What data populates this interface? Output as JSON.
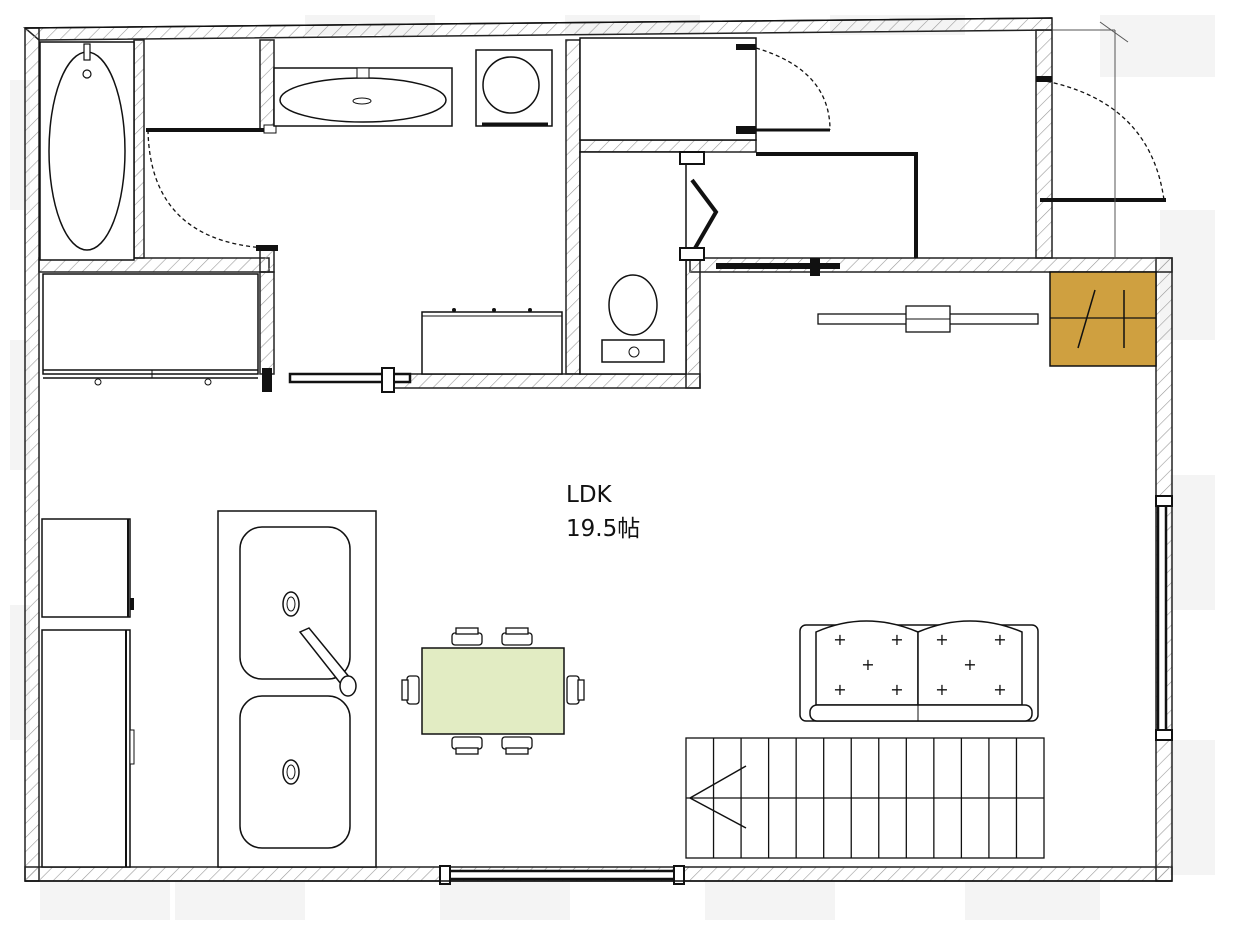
{
  "room": {
    "name": "LDK",
    "size": "19.5帖"
  },
  "colors": {
    "wall_hatch": "#999999",
    "wall_outline": "#111111",
    "table": "#e2ecc3",
    "storage": "#cfa040",
    "watermark": "#f3f3f3"
  },
  "fixtures": [
    "bathtub",
    "washbasin",
    "washing-machine",
    "toilet",
    "kitchen-sink",
    "refrigerator",
    "dining-table",
    "sofa",
    "staircase",
    "storage-closet",
    "entrance-door"
  ]
}
